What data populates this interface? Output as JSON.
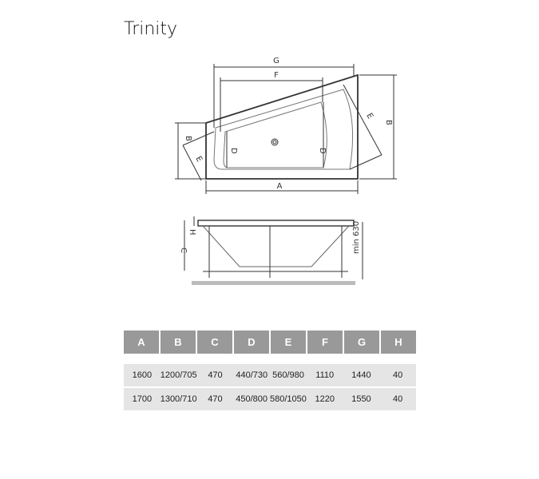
{
  "title": "Trinity",
  "top_view": {
    "labels": {
      "G": "G",
      "F": "F",
      "A": "A",
      "B_left": "B",
      "B_right": "B",
      "D_left": "D",
      "D_right": "D",
      "E_left": "E",
      "E_right": "E"
    }
  },
  "side_view": {
    "labels": {
      "C": "C",
      "H": "H",
      "min_height": "min 630"
    }
  },
  "table": {
    "headers": [
      "A",
      "B",
      "C",
      "D",
      "E",
      "F",
      "G",
      "H"
    ],
    "rows": [
      [
        "1600",
        "1200/705",
        "470",
        "440/730",
        "560/980",
        "1110",
        "1440",
        "40"
      ],
      [
        "1700",
        "1300/710",
        "470",
        "450/800",
        "580/1050",
        "1220",
        "1550",
        "40"
      ]
    ]
  },
  "colors": {
    "header_bg": "#999999",
    "row_bg": "#e5e5e5",
    "line": "#333333"
  }
}
